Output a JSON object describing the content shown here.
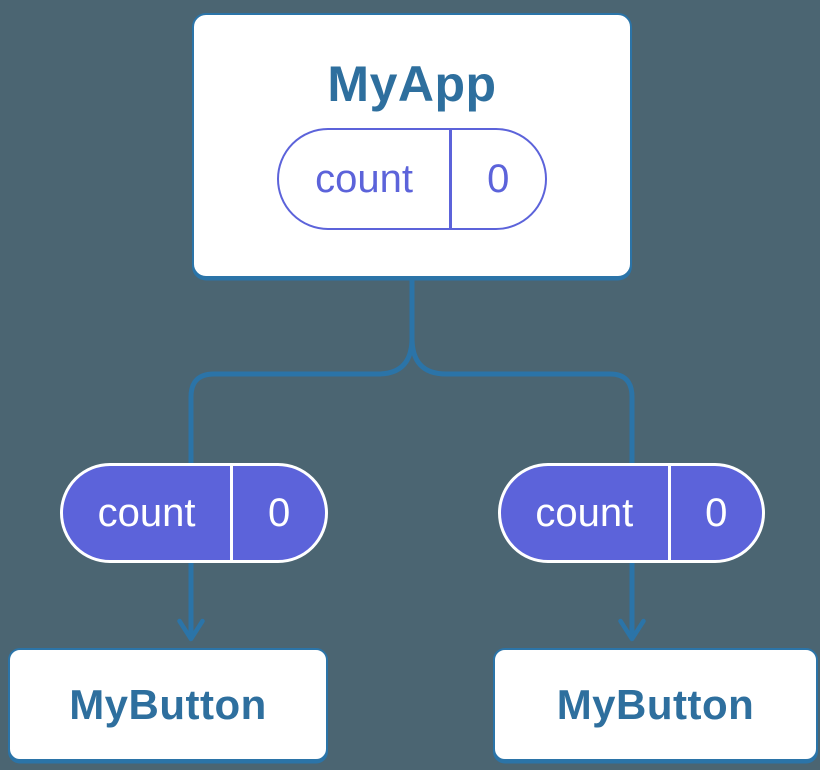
{
  "colors": {
    "bg": "#4b6572",
    "line": "#2b74a8",
    "node_text": "#2e6f9e",
    "purple": "#5c63da",
    "white": "#ffffff"
  },
  "diagram": {
    "description": "component tree with state passed down as props",
    "root": {
      "label": "MyApp",
      "state": {
        "key": "count",
        "value": "0"
      }
    },
    "props": [
      {
        "key": "count",
        "value": "0"
      },
      {
        "key": "count",
        "value": "0"
      }
    ],
    "children": [
      {
        "label": "MyButton"
      },
      {
        "label": "MyButton"
      }
    ]
  }
}
